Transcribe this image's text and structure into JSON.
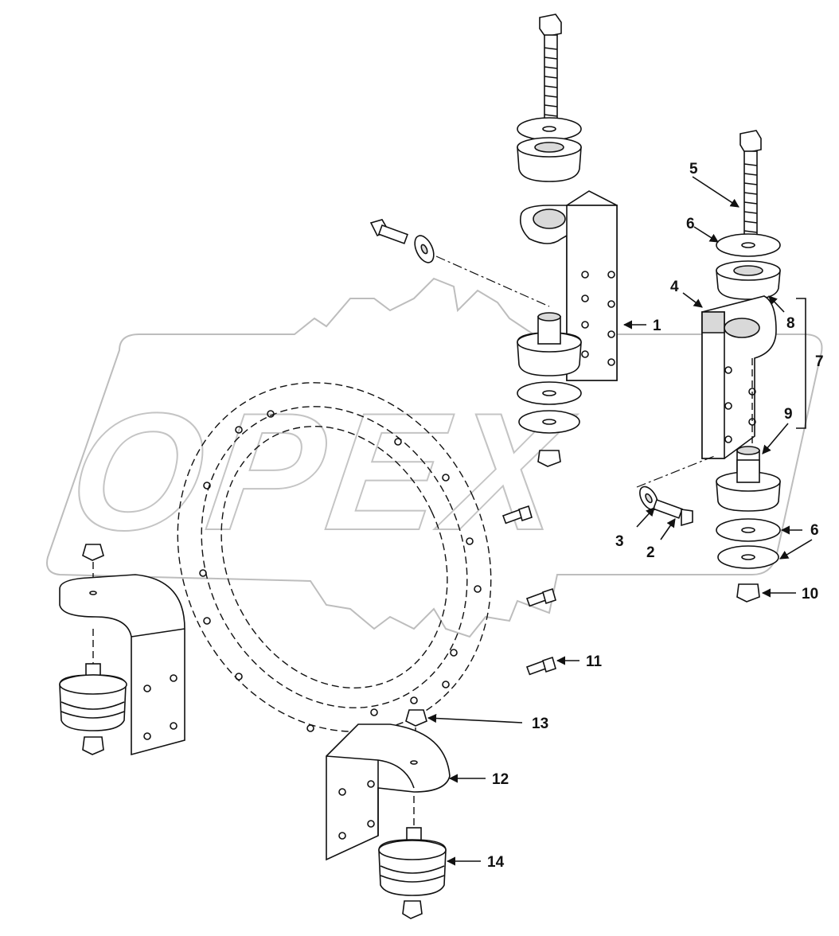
{
  "watermark": "OPEX",
  "callouts": [
    {
      "id": "c1",
      "label": "1"
    },
    {
      "id": "c2",
      "label": "2"
    },
    {
      "id": "c3",
      "label": "3"
    },
    {
      "id": "c4",
      "label": "4"
    },
    {
      "id": "c5",
      "label": "5"
    },
    {
      "id": "c6a",
      "label": "6"
    },
    {
      "id": "c6b",
      "label": "6"
    },
    {
      "id": "c7",
      "label": "7"
    },
    {
      "id": "c8",
      "label": "8"
    },
    {
      "id": "c9",
      "label": "9"
    },
    {
      "id": "c10",
      "label": "10"
    },
    {
      "id": "c11",
      "label": "11"
    },
    {
      "id": "c12",
      "label": "12"
    },
    {
      "id": "c13",
      "label": "13"
    },
    {
      "id": "c14",
      "label": "14"
    }
  ]
}
